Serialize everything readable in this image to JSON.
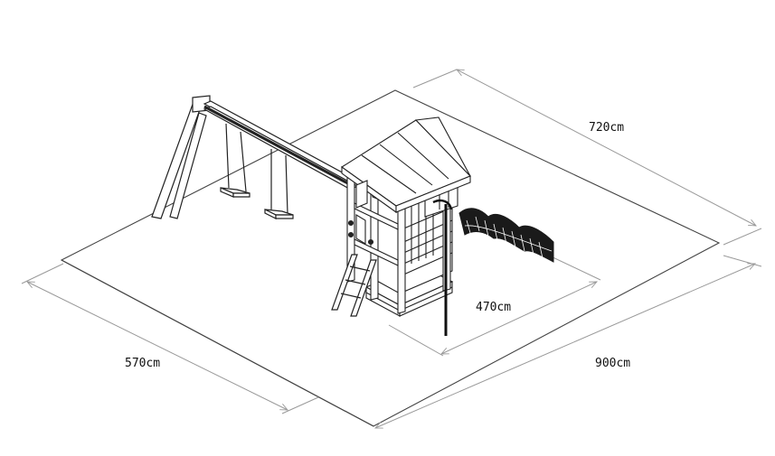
{
  "dimensions": {
    "depth_label": "720cm",
    "play_area_label": "470cm",
    "left_width_label": "570cm",
    "total_width_label": "900cm"
  },
  "colors": {
    "line": "#222222",
    "dimension_line": "#9a9a9a",
    "slide": "#1a1a1a",
    "background": "#ffffff"
  }
}
